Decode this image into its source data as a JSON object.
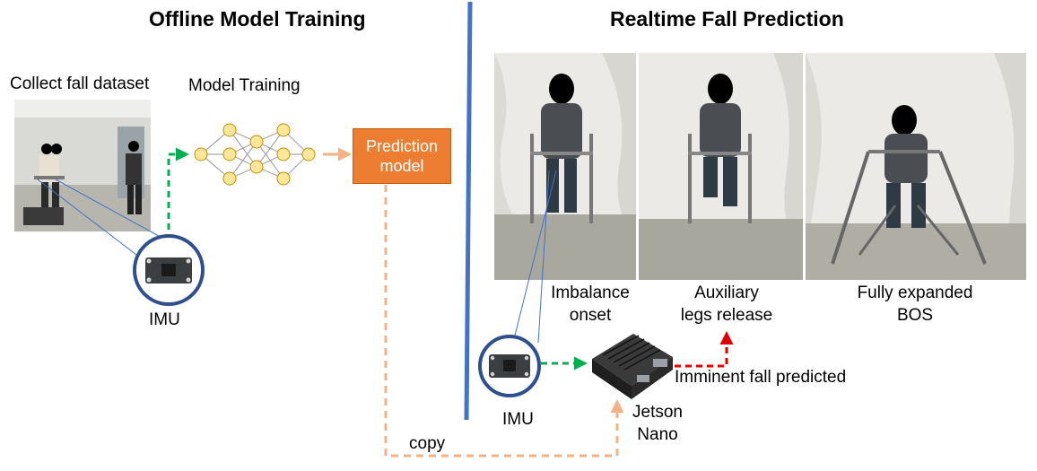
{
  "left_title": "Offline Model Training",
  "right_title": "Realtime Fall Prediction",
  "collect_label": "Collect fall dataset",
  "model_training_label": "Model Training",
  "prediction_model": {
    "line1": "Prediction",
    "line2": "model"
  },
  "imu_left_label": "IMU",
  "imu_right_label": "IMU",
  "copy_label": "copy",
  "jetson": {
    "line1": "Jetson",
    "line2": "Nano"
  },
  "imminent_label": "Imminent fall predicted",
  "phases": [
    {
      "line1": "Imbalance",
      "line2": "onset"
    },
    {
      "line1": "Auxiliary",
      "line2": "legs release"
    },
    {
      "line1": "Fully expanded",
      "line2": "BOS"
    }
  ],
  "colors": {
    "divider": "#4472c4",
    "orange": "#ed7d31",
    "orange_dashed": "#f4b183",
    "green_dashed": "#00b050",
    "red_dashed": "#e00000",
    "imu_ring": "#2f4f8f",
    "neuron_fill": "#ffe699"
  }
}
